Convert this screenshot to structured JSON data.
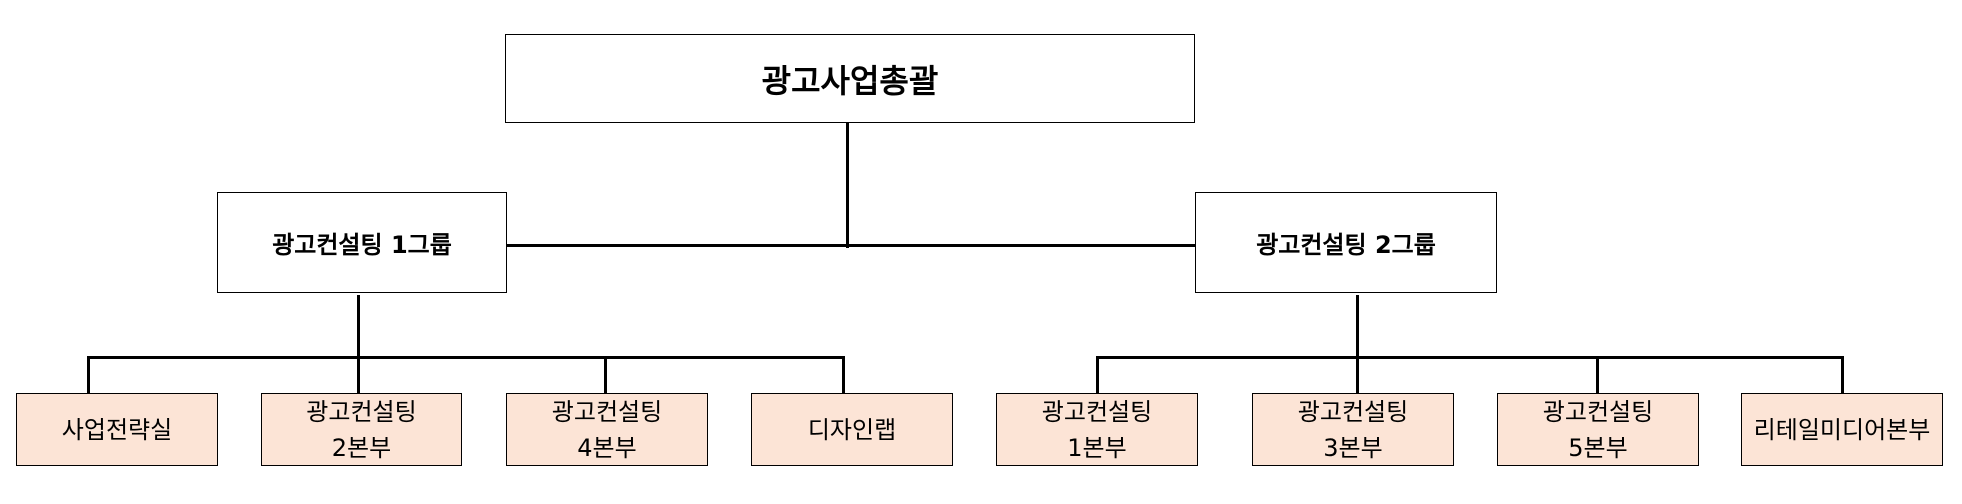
{
  "root": {
    "label": "광고사업총괄"
  },
  "groups": [
    {
      "label": "광고컨설팅 1그룹"
    },
    {
      "label": "광고컨설팅 2그룹"
    }
  ],
  "units": [
    {
      "line1": "사업전략실",
      "line2": ""
    },
    {
      "line1": "광고컨설팅",
      "line2": "2본부"
    },
    {
      "line1": "광고컨설팅",
      "line2": "4본부"
    },
    {
      "line1": "디자인랩",
      "line2": ""
    },
    {
      "line1": "광고컨설팅",
      "line2": "1본부"
    },
    {
      "line1": "광고컨설팅",
      "line2": "3본부"
    },
    {
      "line1": "광고컨설팅",
      "line2": "5본부"
    },
    {
      "line1": "리테일미디어본부",
      "line2": ""
    }
  ],
  "colors": {
    "leaf_fill": "#fce4d6",
    "line": "#000000"
  }
}
